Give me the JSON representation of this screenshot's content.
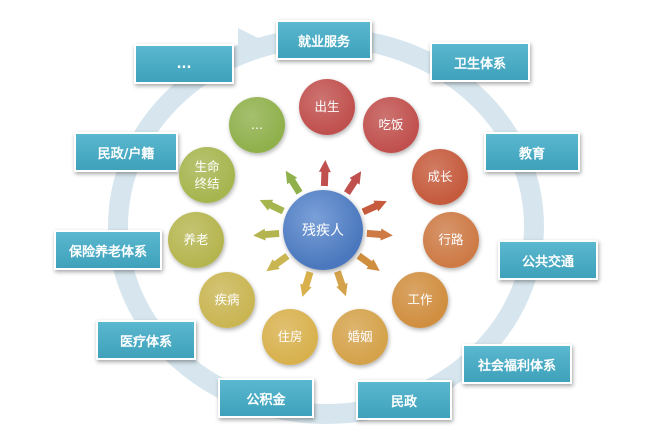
{
  "center": {
    "label": "残疾人",
    "color": "#4f7dc2"
  },
  "ring_color": "#d7e6ee",
  "service_color": "#48aac4",
  "outer_services": [
    {
      "key": "jiuye",
      "label": "就业服务"
    },
    {
      "key": "weisheng",
      "label": "卫生体系"
    },
    {
      "key": "jiaoyu",
      "label": "教育"
    },
    {
      "key": "gonggong-jiaotong",
      "label": "公共交通"
    },
    {
      "key": "shehui-fuli",
      "label": "社会福利体系"
    },
    {
      "key": "minzheng",
      "label": "民政"
    },
    {
      "key": "gongjijin",
      "label": "公积金"
    },
    {
      "key": "yiliao",
      "label": "医疗体系"
    },
    {
      "key": "baoxian-yanglao",
      "label": "保险养老体系"
    },
    {
      "key": "minzheng-huji",
      "label": "民政/户籍"
    },
    {
      "key": "more",
      "label": "..."
    }
  ],
  "life_stages": [
    {
      "key": "chusheng",
      "label": "出生",
      "color": "#c0504d"
    },
    {
      "key": "chifan",
      "label": "吃饭",
      "color": "#c0504d"
    },
    {
      "key": "chengzhang",
      "label": "成长",
      "color": "#c55a3c"
    },
    {
      "key": "xinglu",
      "label": "行路",
      "color": "#cd7a45"
    },
    {
      "key": "gongzuo",
      "label": "工作",
      "color": "#d08e3f"
    },
    {
      "key": "hunyin",
      "label": "婚姻",
      "color": "#d4a24a"
    },
    {
      "key": "zhufang",
      "label": "住房",
      "color": "#d8b14d"
    },
    {
      "key": "jibing",
      "label": "疾病",
      "color": "#c9b552"
    },
    {
      "key": "yanglao",
      "label": "养老",
      "color": "#b5b54f"
    },
    {
      "key": "shengming-zhongjie",
      "label": "生命\n终结",
      "color": "#a6b54e"
    },
    {
      "key": "more",
      "label": "...",
      "color": "#8fb04b"
    }
  ]
}
